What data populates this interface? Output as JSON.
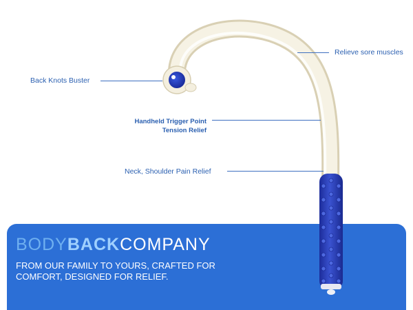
{
  "callouts": {
    "relieve": "Relieve sore muscles",
    "knots": "Back Knots Buster",
    "handheld_line1": "Handheld Trigger Point",
    "handheld_line2": "Tension Relief",
    "neck": "Neck, Shoulder Pain Relief"
  },
  "brand": {
    "part1": "BODY",
    "part2": "BACK",
    "part3": "COMPANY"
  },
  "tagline": {
    "line1": "FROM OUR FAMILY TO YOURS, CRAFTED FOR",
    "line2": "COMFORT, DESIGNED FOR RELIEF."
  },
  "colors": {
    "banner": "#2c6fd6",
    "accent": "#2a5fb0",
    "handle": "#2a3fb8",
    "cane": "#f3eedd"
  }
}
